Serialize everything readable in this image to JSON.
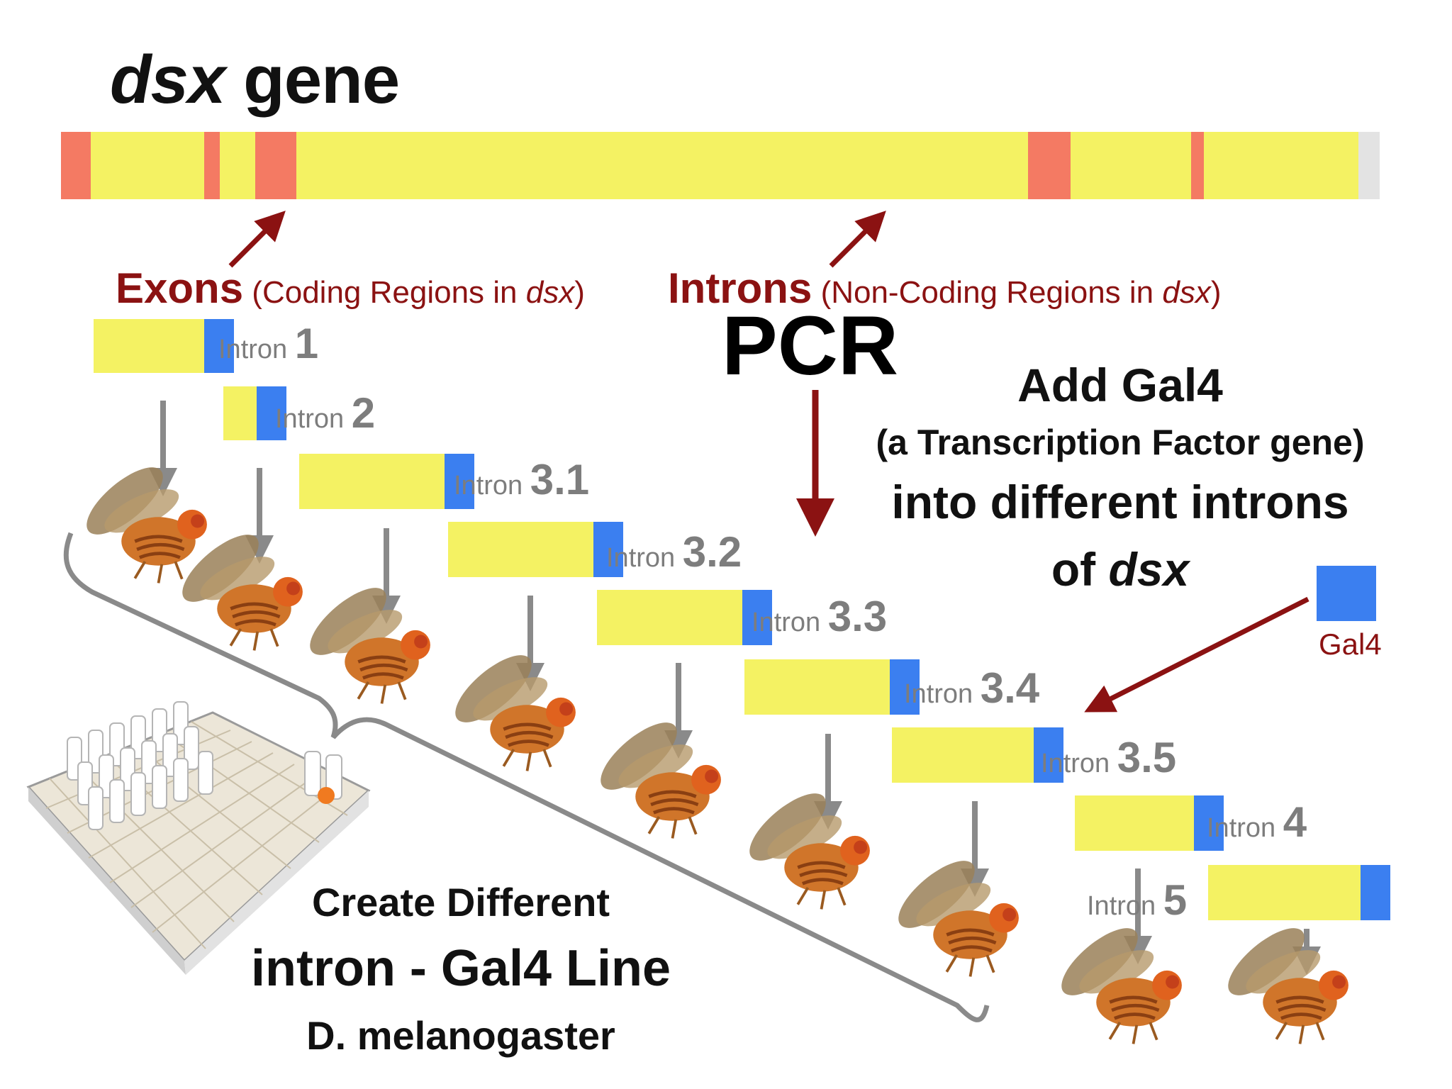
{
  "title": {
    "gene_italic": "dsx",
    "gene_word": "gene"
  },
  "labels": {
    "exons_bold": "Exons",
    "exons_rest_a": "(Coding Regions in ",
    "exons_italic": "dsx",
    "exons_rest_b": ")",
    "introns_bold": "Introns",
    "introns_rest_a": "(Non-Coding Regions in ",
    "introns_italic": "dsx",
    "introns_rest_b": ")",
    "pcr": "PCR",
    "add_line1": "Add Gal4",
    "add_line2": "(a Transcription Factor gene)",
    "add_line3": "into different introns",
    "add_line4_a": "of ",
    "add_line4_italic": "dsx",
    "gal4": "Gal4",
    "create_line1": "Create Different",
    "create_line2": "intron - Gal4 Line",
    "create_line3": "D. melanogaster"
  },
  "introns": [
    {
      "word": "Intron",
      "num": "1"
    },
    {
      "word": "Intron",
      "num": "2"
    },
    {
      "word": "Intron",
      "num": "3.1"
    },
    {
      "word": "Intron",
      "num": "3.2"
    },
    {
      "word": "Intron",
      "num": "3.3"
    },
    {
      "word": "Intron",
      "num": "3.4"
    },
    {
      "word": "Intron",
      "num": "3.5"
    },
    {
      "word": "Intron",
      "num": "4"
    },
    {
      "word": "Intron",
      "num": "5"
    }
  ],
  "colors": {
    "exon": "#f47a63",
    "intron": "#f4f263",
    "gal4": "#3b7ff0",
    "arrow_red": "#8b1212",
    "arrow_grey": "#8a8a8a"
  }
}
